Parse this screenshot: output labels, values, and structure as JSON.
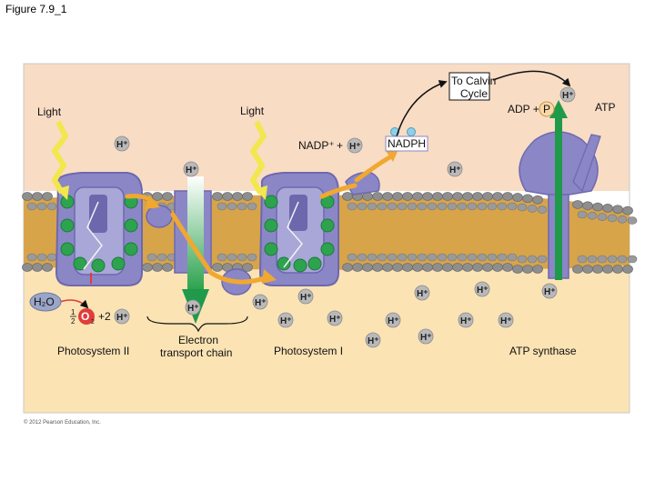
{
  "figure_title": "Figure 7.9_1",
  "labels": {
    "light_left": "Light",
    "light_right": "Light",
    "to_calvin_line1": "To Calvin",
    "to_calvin_line2": "Cycle",
    "adp": "ADP +",
    "p": "P",
    "atp": "ATP",
    "nadp": "NADP⁺",
    "plus": "+",
    "nadph": "NADPH",
    "h2o": "H₂O",
    "half_num": "1",
    "half_den": "2",
    "o2": "O",
    "o2_sub": "2",
    "two_h": "+2",
    "photosystem_ii": "Photosystem II",
    "etc_line1": "Electron",
    "etc_line2": "transport chain",
    "photosystem_i": "Photosystem I",
    "atp_synthase": "ATP synthase",
    "copyright": "© 2012 Pearson Education, Inc."
  },
  "hydrogen_ion_label": "H⁺",
  "colors": {
    "stroma": "#f8dcc4",
    "lumen": "#fbe3b4",
    "lipid_head": "#8e8e8e",
    "lipid_tail": "#d8a44a",
    "protein": "#8b87c6",
    "protein_dark": "#6d68ad",
    "chlorophyll": "#2ea34f",
    "electron_arrow": "#f0a830",
    "proton_arrow": "#1e9a4a",
    "light": "#f2e74d"
  }
}
